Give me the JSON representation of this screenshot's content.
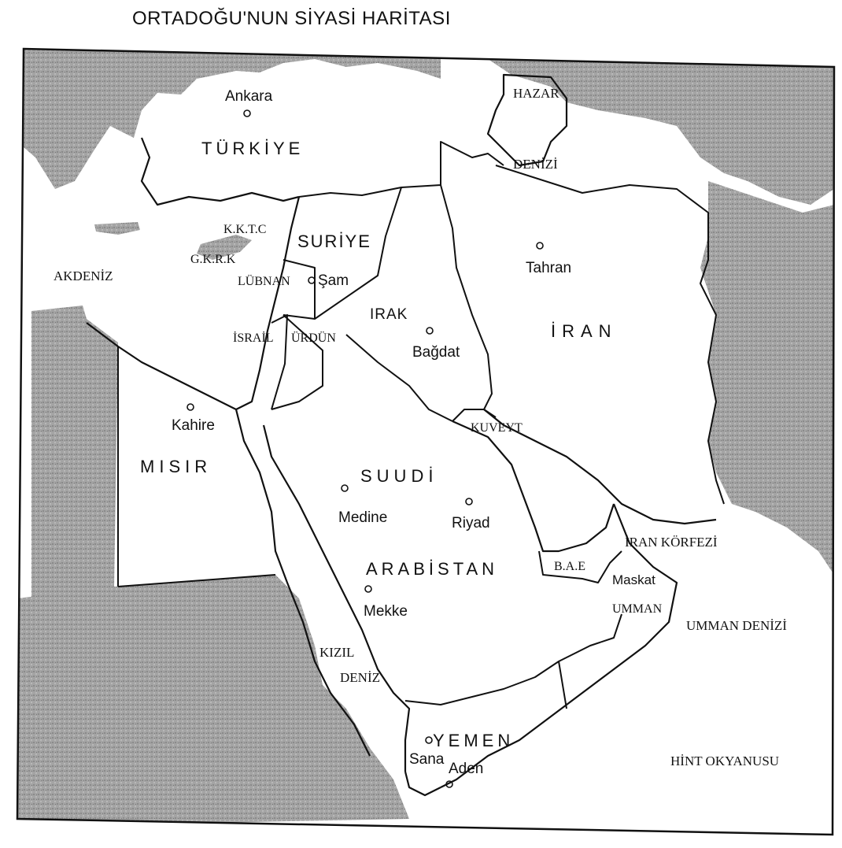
{
  "title": "ORTADOĞU'NUN  SİYASİ HARİTASI",
  "colors": {
    "shaded": "#9a9a9a",
    "water": "#ffffff",
    "land": "#ffffff",
    "ink": "#111111"
  },
  "countries": {
    "turkiye": "TÜRKİYE",
    "suriye": "SURİYE",
    "irak": "IRAK",
    "iran": "İRAN",
    "misir": "MISIR",
    "suudi": "SUUDİ",
    "arabistan": "ARABİSTAN",
    "yemen": "YEMEN",
    "kktc": "K.K.T.C",
    "gkrk": "G.K.R.K",
    "lubnan": "LÜBNAN",
    "israil": "İSRAİL",
    "urdun": "ÜRDÜN",
    "kuveyt": "KUVEYT",
    "bae": "B.A.E",
    "umman": "UMMAN"
  },
  "cities": {
    "ankara": "Ankara",
    "sam": "Şam",
    "tahran": "Tahran",
    "bagdat": "Bağdat",
    "kahire": "Kahire",
    "medine": "Medine",
    "riyad": "Riyad",
    "mekke": "Mekke",
    "sana": "Sana",
    "aden": "Aden",
    "maskat": "Maskat"
  },
  "seas": {
    "hazar": "HAZAR",
    "denizi": "DENİZİ",
    "akdeniz": "AKDENİZ",
    "iran_korfezi": "İRAN KÖRFEZİ",
    "umman_denizi": "UMMAN DENİZİ",
    "kizil": "KIZIL",
    "deniz": "DENİZ",
    "hint_okyanusu": "HİNT OKYANUSU"
  },
  "city_marker": "o"
}
